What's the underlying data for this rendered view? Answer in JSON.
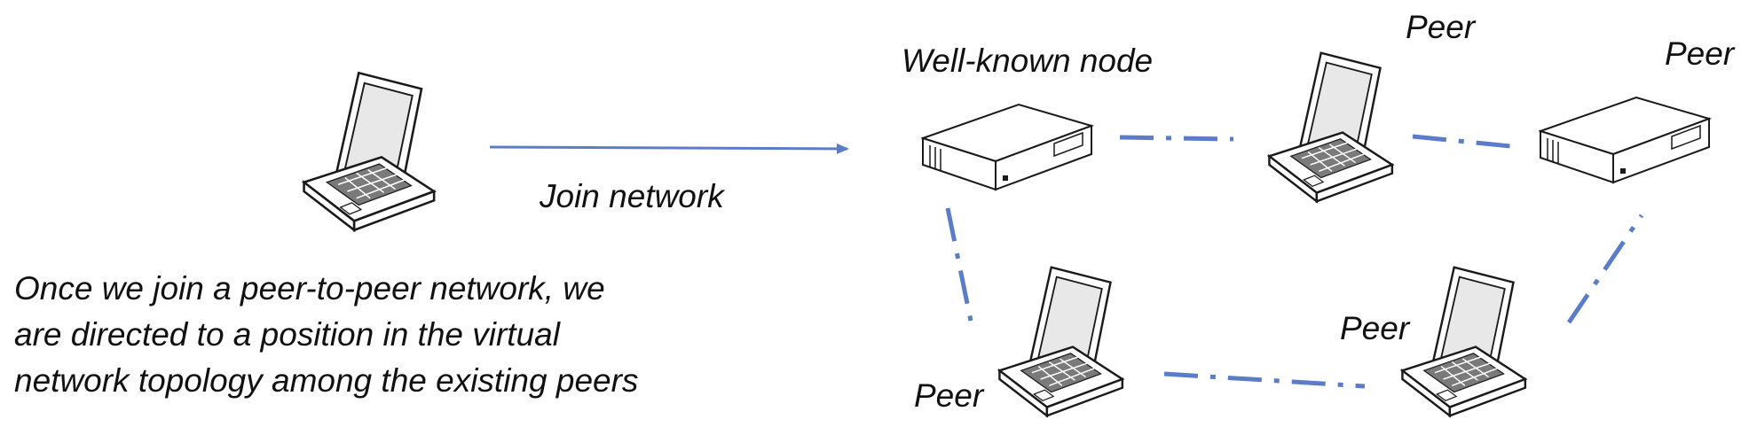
{
  "labels": {
    "join": "Join network",
    "well_known": "Well-known node",
    "peer_top": "Peer",
    "peer_top_right": "Peer",
    "peer_bottom_left": "Peer",
    "peer_bottom_right": "Peer"
  },
  "caption": {
    "lines": [
      "Once we join a peer-to-peer network, we",
      "are directed to a position in the virtual",
      "network topology among the existing peers"
    ]
  },
  "colors": {
    "link": "#5b7dc7",
    "device_outline": "#1a1a1a",
    "device_fill": "#ffffff",
    "screen_fill": "#e8e8e8",
    "key_fill": "#7a7a7a"
  },
  "icons": {
    "joining_device": "laptop-icon",
    "well_known": "server-icon",
    "peer_top": "laptop-icon",
    "peer_top_right": "server-icon",
    "peer_bottom_left": "laptop-icon",
    "peer_bottom_right": "laptop-icon"
  }
}
